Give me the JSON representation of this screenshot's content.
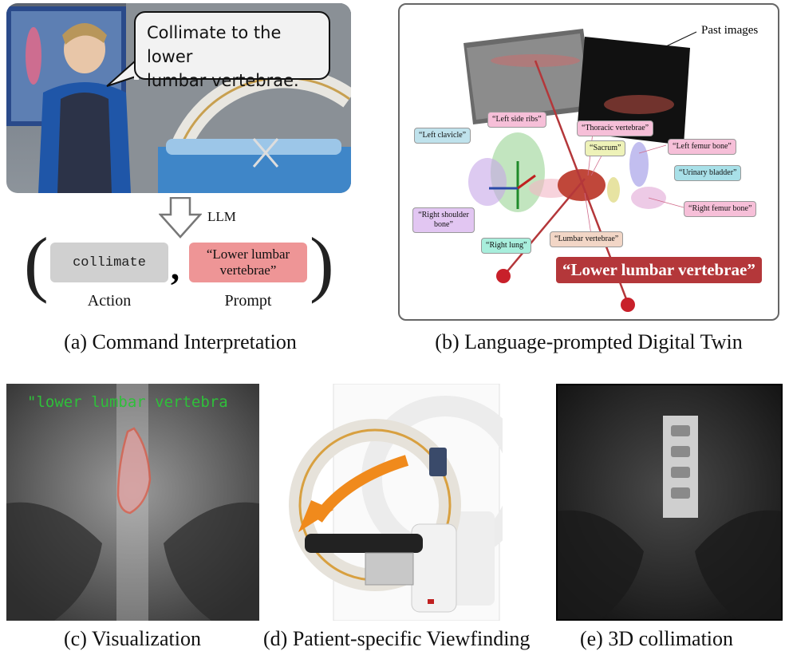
{
  "panel_a": {
    "speech": [
      "Collimate to the lower",
      "lumbar vertebrae."
    ],
    "llm_label": "LLM",
    "action_value": "collimate",
    "prompt_value": "“Lower lumbar vertebrae”",
    "action_label": "Action",
    "prompt_label": "Prompt",
    "caption": "(a) Command Interpretation"
  },
  "panel_b": {
    "past_images_label": "Past images",
    "tags": [
      "“Left side ribs”",
      "“Thoracic vertebrae”",
      "“Left clavicle”",
      "“Sacrum”",
      "“Left femur bone”",
      "“Urinary bladder”",
      "“Right shoulder bone”",
      "“Right femur bone”",
      "“Right lung”",
      "“Lumbar vertebrae”"
    ],
    "highlight_tag": "“Lower lumbar vertebrae”",
    "caption": "(b) Language-prompted Digital Twin"
  },
  "panel_c": {
    "overlay_text": "\"lower lumbar vertebra",
    "caption": "(c) Visualization"
  },
  "panel_d": {
    "caption": "(d) Patient-specific Viewfinding"
  },
  "panel_e": {
    "caption": "(e) 3D collimation"
  },
  "colors": {
    "prompt_red": "#ee9596",
    "highlight_red": "#b4373a",
    "overlay_green": "#2fbf3a",
    "arrow_orange": "#f08a1c"
  }
}
